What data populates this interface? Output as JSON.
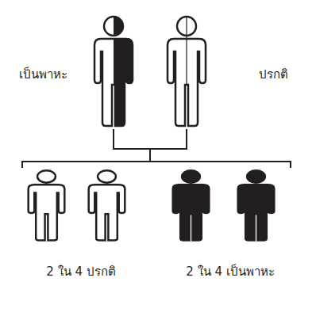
{
  "diagram": {
    "nodes": [
      {
        "text": [
          "เป็นพาหะ"
        ]
      },
      {
        "text": [
          "ปรกติ"
        ]
      },
      {
        "text": [
          "2 ใน 4 ปรกติ"
        ]
      },
      {
        "text": [
          "2 ใน 4 เป็นพาหะ"
        ]
      }
    ],
    "edges": [
      {
        "from": 0,
        "to": 2,
        "arrow": "none"
      },
      {
        "from": 0,
        "to": 3,
        "arrow": "none"
      },
      {
        "from": 1,
        "to": 2,
        "arrow": "none"
      },
      {
        "from": 1,
        "to": 3,
        "arrow": "none"
      }
    ]
  }
}
